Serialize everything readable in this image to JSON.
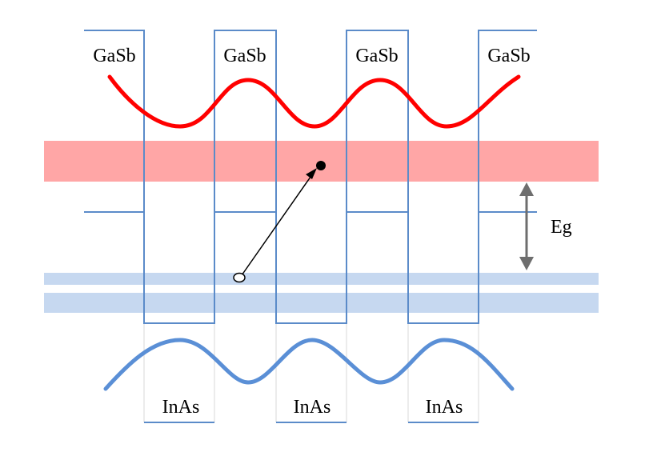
{
  "diagram": {
    "layer_labels_top": [
      "GaSb",
      "GaSb",
      "GaSb",
      "GaSb"
    ],
    "layer_labels_bottom": [
      "InAs",
      "InAs",
      "InAs"
    ],
    "gap_label": "Eg",
    "colors": {
      "band_edge": "#5b8bc9",
      "electron_wave": "#ff0000",
      "hole_wave": "#5a8fd6",
      "conduction_miniband": "#ffa6a6",
      "valence_miniband": "#c6d8f0",
      "arrow": "#6e6e6e",
      "transition": "#000000"
    }
  }
}
